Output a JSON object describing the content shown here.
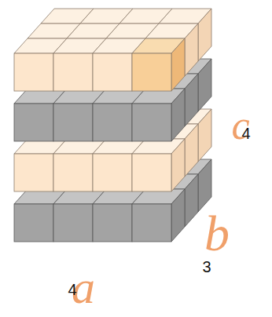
{
  "diagram": {
    "labels": [
      "c",
      "4",
      "b",
      "3",
      "a",
      "4"
    ]
  }
}
